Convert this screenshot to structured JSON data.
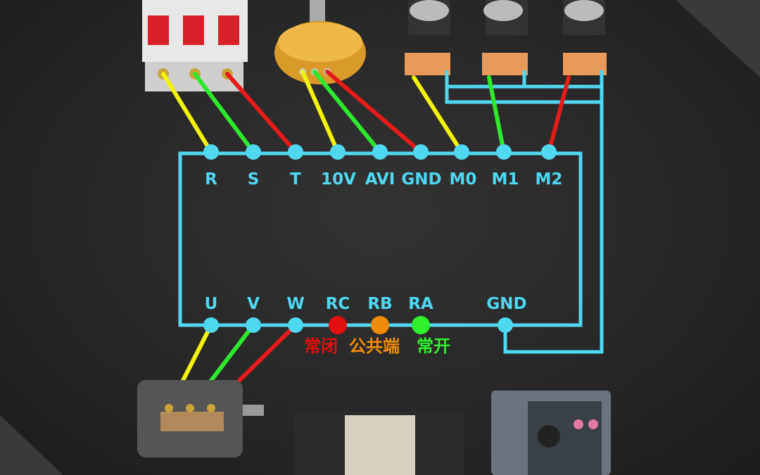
{
  "colors": {
    "wire_frame": "#4fd8f0",
    "wire_yellow": "#f2f20a",
    "wire_green": "#2ee82e",
    "wire_red": "#e31b1b",
    "rc": "#e30f0f",
    "rb": "#f08c0a",
    "ra": "#2ef02e"
  },
  "top_terminals": [
    "R",
    "S",
    "T",
    "10V",
    "AVI",
    "GND",
    "M0",
    "M1",
    "M2"
  ],
  "bottom_terminals": [
    "U",
    "V",
    "W",
    "RC",
    "RB",
    "RA",
    "GND"
  ],
  "relay_labels": {
    "rc": "常闭",
    "rb": "公共端",
    "ra": "常开"
  },
  "components": [
    "circuit-breaker",
    "potentiometer",
    "push-button",
    "push-button",
    "push-button",
    "motor",
    "relay",
    "inverter"
  ]
}
